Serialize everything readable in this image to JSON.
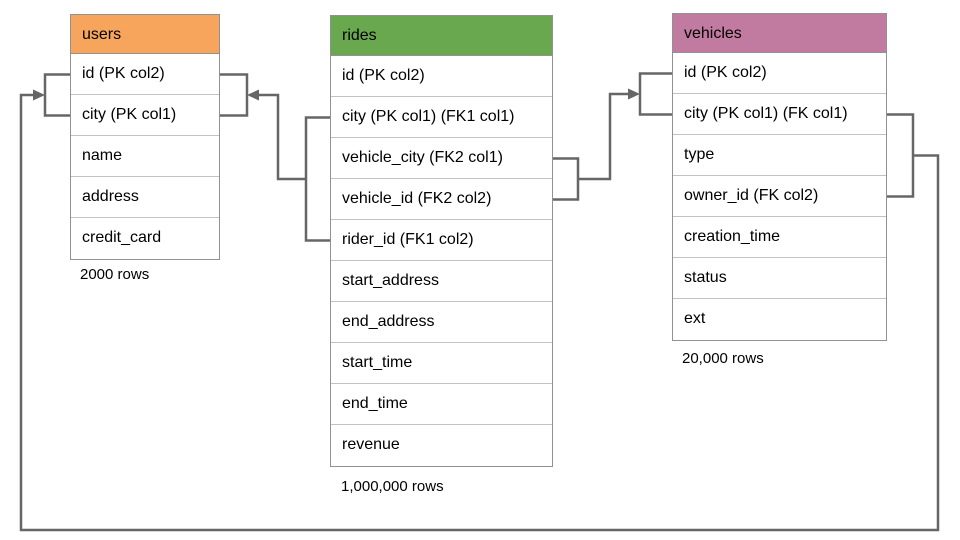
{
  "diagram": {
    "tables": [
      {
        "name": "users",
        "rows": [
          "id (PK col2)",
          "city (PK col1)",
          "name",
          "address",
          "credit_card"
        ],
        "row_count_label": "2000 rows"
      },
      {
        "name": "rides",
        "rows": [
          "id (PK col2)",
          "city (PK col1) (FK1 col1)",
          "vehicle_city (FK2 col1)",
          "vehicle_id (FK2 col2)",
          "rider_id (FK1 col2)",
          "start_address",
          "end_address",
          "start_time",
          "end_time",
          "revenue"
        ],
        "row_count_label": "1,000,000 rows"
      },
      {
        "name": "vehicles",
        "rows": [
          "id (PK col2)",
          "city (PK col1) (FK col1)",
          "type",
          "owner_id (FK col2)",
          "creation_time",
          "status",
          "ext"
        ],
        "row_count_label": "20,000 rows"
      }
    ],
    "colors": {
      "users-header": "#F7A55C",
      "rides-header": "#6AA84F",
      "vehicles-header": "#C27BA0",
      "connector": "#666666"
    }
  }
}
